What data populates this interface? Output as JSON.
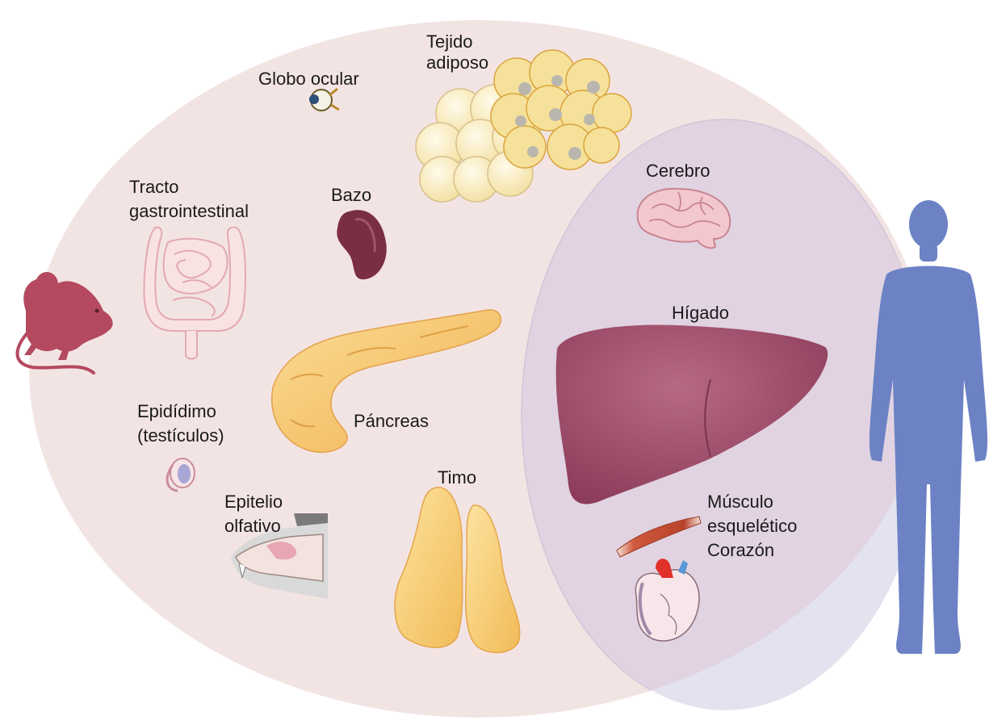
{
  "labels": {
    "tejido_adiposo_1": "Tejido",
    "tejido_adiposo_2": "adiposo",
    "globo_ocular": "Globo ocular",
    "tracto_1": "Tracto",
    "tracto_2": "gastrointestinal",
    "bazo": "Bazo",
    "cerebro": "Cerebro",
    "higado": "Hígado",
    "pancreas": "Páncreas",
    "epididimo_1": "Epidídimo",
    "epididimo_2": "(testículos)",
    "timo": "Timo",
    "epitelio_1": "Epitelio",
    "epitelio_2": "olfativo",
    "musculo_1": "Músculo",
    "musculo_2": "esquelético",
    "corazon": "Corazón"
  },
  "colors": {
    "mouse_circle": "#f3e4e4",
    "human_circle": "#e3e3f0",
    "overlap": "#e2d6e2",
    "mouse": "#b4495f",
    "human": "#6c82c5",
    "liver": "#9e4a68",
    "spleen": "#7a2e44",
    "fat_cell": "#fbf1c6",
    "pancreas": "#f6c874",
    "brain": "#f2c8ce"
  },
  "icons": [
    "mouse-icon",
    "human-icon",
    "eye-icon",
    "fat-cells-icon",
    "intestine-icon",
    "spleen-icon",
    "brain-icon",
    "pancreas-icon",
    "liver-icon",
    "testis-icon",
    "olfactory-epithelium-icon",
    "thymus-icon",
    "muscle-icon",
    "heart-icon"
  ]
}
